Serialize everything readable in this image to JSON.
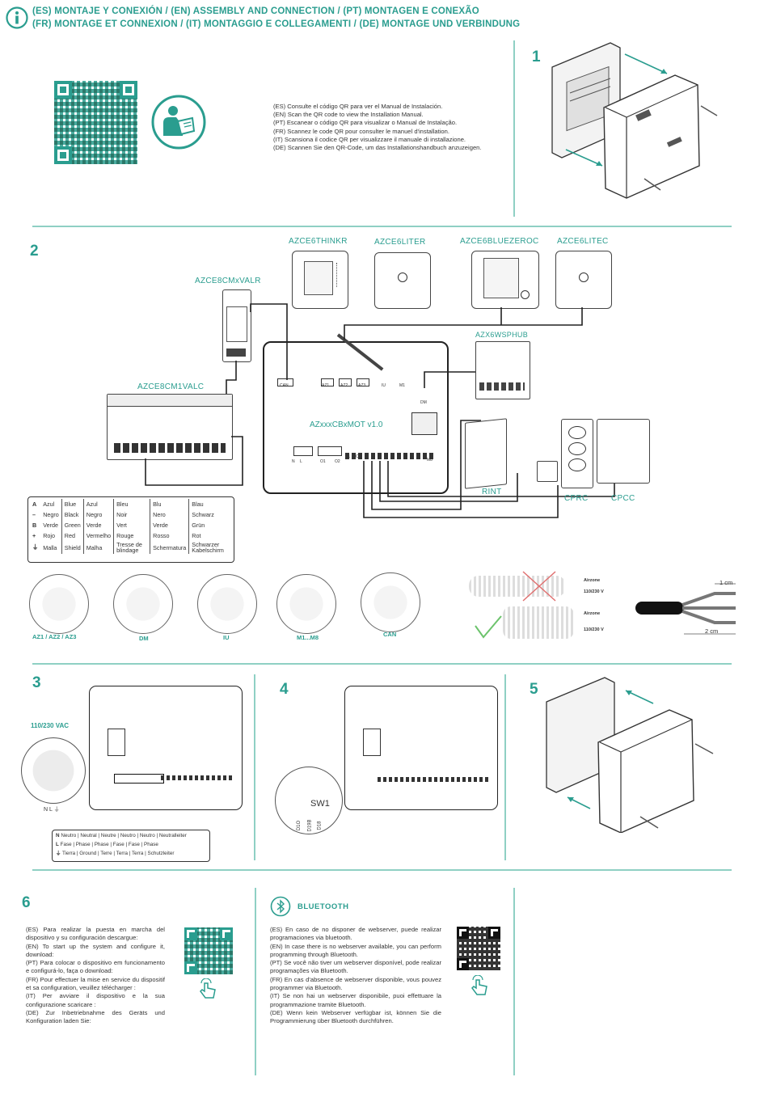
{
  "header": {
    "line1": "(ES) MONTAJE Y CONEXIÓN / (EN) ASSEMBLY AND CONNECTION / (PT) MONTAGEN E CONEXÃO",
    "line2": "(FR) MONTAGE ET CONNEXION / (IT) MONTAGGIO E COLLEGAMENTI / (DE) MONTAGE UND VERBINDUNG",
    "info_icon": "info-icon"
  },
  "section1": {
    "qr_text": [
      "(ES) Consulte el código QR para ver el Manual de Instalación.",
      "(EN) Scan the QR code to view the Installation Manual.",
      "(PT) Escanear o código QR para visualizar o Manual de Instalação.",
      "(FR) Scannez le code QR pour consulter le manuel d'installation.",
      "(IT) Scansiona il codice QR per visualizzare il manuale di installazione.",
      "(DE) Scannen Sie den QR-Code, um das Installationshandbuch anzuzeigen."
    ],
    "step": "1"
  },
  "section2": {
    "step": "2",
    "devices": {
      "thinkr": "AZCE6THINKR",
      "liter": "AZCE6LITER",
      "bluezeroc": "AZCE6BLUEZEROC",
      "litec": "AZCE6LITEC",
      "valr": "AZCE8CMxVALR",
      "valc": "AZCE8CM1VALC",
      "wsphub": "AZX6WSPHUB",
      "mainboard": "AZxxxCBxMOT v1.0",
      "rint": "RINT",
      "cprc": "CPRC",
      "cpcc": "CPCC"
    },
    "board_terminals": [
      "CAN",
      "AZ1",
      "AZ2",
      "AZ3",
      "IU",
      "M1",
      "DM",
      "N",
      "L",
      "O1",
      "O2",
      "A1",
      "O3",
      "M8"
    ],
    "legend": [
      [
        "A",
        "Azul",
        "Blue",
        "Azul",
        "Bleu",
        "Blu",
        "Blau"
      ],
      [
        "–",
        "Negro",
        "Black",
        "Negro",
        "Noir",
        "Nero",
        "Schwarz"
      ],
      [
        "B",
        "Verde",
        "Green",
        "Verde",
        "Vert",
        "Verde",
        "Grün"
      ],
      [
        "+",
        "Rojo",
        "Red",
        "Vermelho",
        "Rouge",
        "Rosso",
        "Rot"
      ],
      [
        "⏚",
        "Malla",
        "Shield",
        "Malha",
        "Tresse de blindage",
        "Schermatura",
        "Schwarzer Kabelschirm"
      ]
    ],
    "connectors": [
      "AZ1 / AZ2 / AZ3",
      "DM",
      "IU",
      "M1...M8",
      "CAN"
    ],
    "cable_labels": [
      "Airzone",
      "110/230 V",
      "Airzone",
      "110/230 V"
    ],
    "strip_labels": [
      "1 cm",
      "2 cm"
    ]
  },
  "section3": {
    "step": "3",
    "voltage": "110/230 VAC",
    "nl_label": "N L ⏚",
    "legend": [
      [
        "N",
        "Neutro | Neutral | Neutre | Neutro | Neutro | Neutralleiter"
      ],
      [
        "L",
        "Fase | Phase | Phase | Fase | Fase | Phase"
      ],
      [
        "⏚",
        "Tierra | Ground | Terre | Terra | Terra | Schutzleiter"
      ]
    ]
  },
  "section4": {
    "step": "4",
    "switch": "SW1",
    "pins": [
      "D1O",
      "D19B",
      "D18"
    ]
  },
  "section5": {
    "step": "5"
  },
  "section6": {
    "step": "6",
    "text": [
      "(ES) Para realizar la puesta en marcha del dispositivo y su configuración descargue:",
      "(EN) To start up the system and configure it, download:",
      "(PT) Para colocar o dispositivo em funcionamento e configurá-lo, faça o download:",
      "(FR) Pour effectuer la mise en service du dispositif et sa configuration, veuillez télécharger :",
      "(IT) Per avviare il dispositivo e la sua configurazione scaricare :",
      "(DE) Zur Inbetriebnahme des Geräts und Konfiguration laden Sie:"
    ]
  },
  "bluetooth": {
    "title": "BLUETOOTH",
    "text": [
      "(ES) En caso de no disponer de webserver, puede realizar programaciones via bluetooth.",
      "(EN) In case there is no webserver available, you can perform programming through Bluetooth.",
      "(PT) Se você não tiver um webserver disponível, pode realizar programações via Bluetooth.",
      "(FR) En cas d'absence de webserver disponible, vous pouvez programmer via Bluetooth.",
      "(IT) Se non hai un webserver disponibile, puoi effettuare la programmazione tramite Bluetooth.",
      "(DE) Wenn kein Webserver verfügbar ist, können Sie die Programmierung über Bluetooth durchführen."
    ]
  },
  "colors": {
    "accent": "#2a9d8f",
    "divider": "#8fd0c4"
  }
}
